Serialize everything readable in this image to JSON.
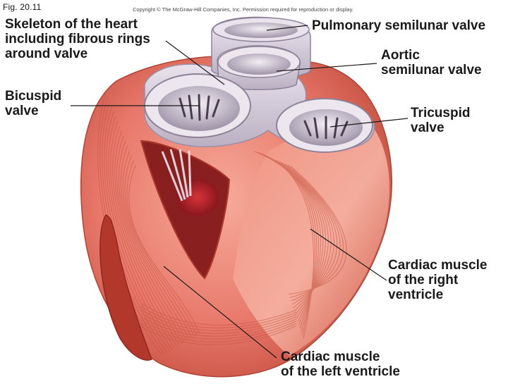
{
  "header": {
    "figure_number": "Fig. 20.11",
    "copyright": "Copyright © The McGraw-Hill Companies, Inc. Permission required for reproduction or display."
  },
  "labels": {
    "skeleton": "Skeleton of the heart\nincluding fibrous rings\naround valve",
    "pulmonary": "Pulmonary semilunar valve",
    "aortic": "Aortic\nsemilunar valve",
    "bicuspid": "Bicuspid\nvalve",
    "tricuspid": "Tricuspid\nvalve",
    "right_ventricle": "Cardiac muscle\nof the right\nventricle",
    "left_ventricle": "Cardiac muscle\nof the left ventricle"
  },
  "colors": {
    "muscle": "#e8786a",
    "muscle_dark": "#c9503f",
    "muscle_light": "#f4a493",
    "fibrous_ring": "#dcd3e0",
    "fibrous_shadow": "#b8aebf",
    "cavity": "#b8232a",
    "leader_line": "#1a1a1a"
  }
}
